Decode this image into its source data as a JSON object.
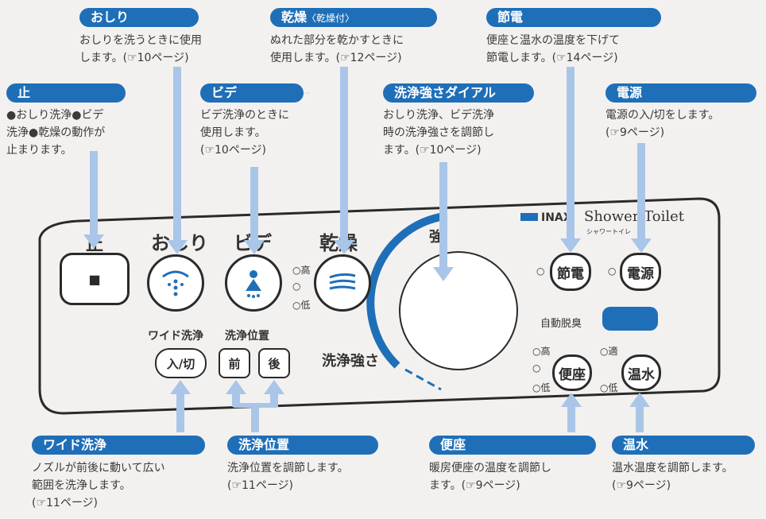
{
  "top": {
    "oshiri": {
      "tag": "おしり",
      "desc": "おしりを洗うときに使用\nします。(☞10ページ)"
    },
    "kansou": {
      "tag": "乾燥",
      "tag_sub": "〈乾燥付〉",
      "desc": "ぬれた部分を乾かすときに\n使用します。(☞12ページ)"
    },
    "setsuden": {
      "tag": "節電",
      "desc": "便座と温水の温度を下げて\n節電します。(☞14ページ)"
    },
    "tome": {
      "tag": "止",
      "desc": "●おしり洗浄●ビデ\n洗浄●乾燥の動作が\n止まります。"
    },
    "bide": {
      "tag": "ビデ",
      "desc": "ビデ洗浄のときに\n使用します。\n(☞10ページ)"
    },
    "dial": {
      "tag": "洗浄強さダイアル",
      "desc": "おしり洗浄、ビデ洗浄\n時の洗浄強さを調節し\nます。(☞10ページ)"
    },
    "dengen": {
      "tag": "電源",
      "desc": "電源の入/切をします。\n(☞9ページ)"
    }
  },
  "bottom": {
    "wide": {
      "tag": "ワイド洗浄",
      "desc": "ノズルが前後に動いて広い\n範囲を洗浄します。\n(☞11ページ)"
    },
    "ichi": {
      "tag": "洗浄位置",
      "desc": "洗浄位置を調節します。\n(☞11ページ)"
    },
    "benza": {
      "tag": "便座",
      "desc": "暖房便座の温度を調節し\nます。(☞9ページ)"
    },
    "onsui": {
      "tag": "温水",
      "desc": "温水温度を調節します。\n(☞9ページ)"
    }
  },
  "panel": {
    "label_tome": "止",
    "label_oshiri": "おしり",
    "label_bide": "ビデ",
    "label_kansou": "乾燥",
    "lamp_high": "○高",
    "lamp_mid": "○",
    "lamp_low": "○低",
    "label_strong": "強",
    "label_strength": "洗浄強さ",
    "label_wide": "ワイド洗浄",
    "btn_wide": "入/切",
    "label_position": "洗浄位置",
    "btn_front": "前",
    "btn_back": "後",
    "brand_inax": "INAX",
    "brand_shower": "Shower Toilet",
    "brand_sub": "シャワートイレ",
    "btn_setsuden": "節電",
    "btn_dengen": "電源",
    "label_deodorize": "自動脱臭",
    "btn_benza": "便座",
    "btn_onsui": "温水",
    "lamp_tekido": "○適",
    "tome_icon_glyph": "■"
  },
  "colors": {
    "tag_bg": "#1f6fb8",
    "arrow": "#a9c6e8",
    "dial_arc": "#1f6fb8"
  }
}
